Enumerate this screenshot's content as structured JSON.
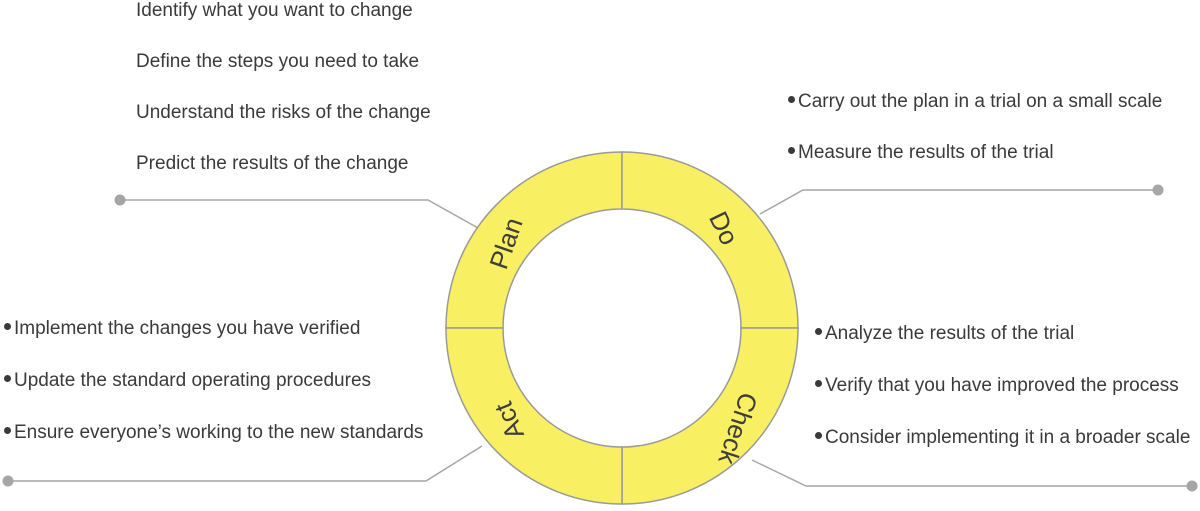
{
  "cycle": {
    "segment_color": "#f9ef62",
    "stroke_color": "#9a9a9a",
    "connector_color": "#a6a6a6",
    "plan": {
      "label": "Plan",
      "items": [
        "Identify what you want to change",
        "Define the steps you need to take",
        "Understand the risks of the change",
        "Predict the results of the change"
      ]
    },
    "do": {
      "label": "Do",
      "items": [
        "Carry out the plan in a trial on a small scale",
        "Measure the results of the trial"
      ]
    },
    "check": {
      "label": "Check",
      "items": [
        "Analyze the results of the trial",
        "Verify that you have improved the process",
        "Consider implementing it in a broader scale"
      ]
    },
    "act": {
      "label": "Act",
      "items": [
        "Implement the changes you have verified",
        "Update the standard operating procedures",
        "Ensure everyone’s working to the new standards"
      ]
    }
  }
}
